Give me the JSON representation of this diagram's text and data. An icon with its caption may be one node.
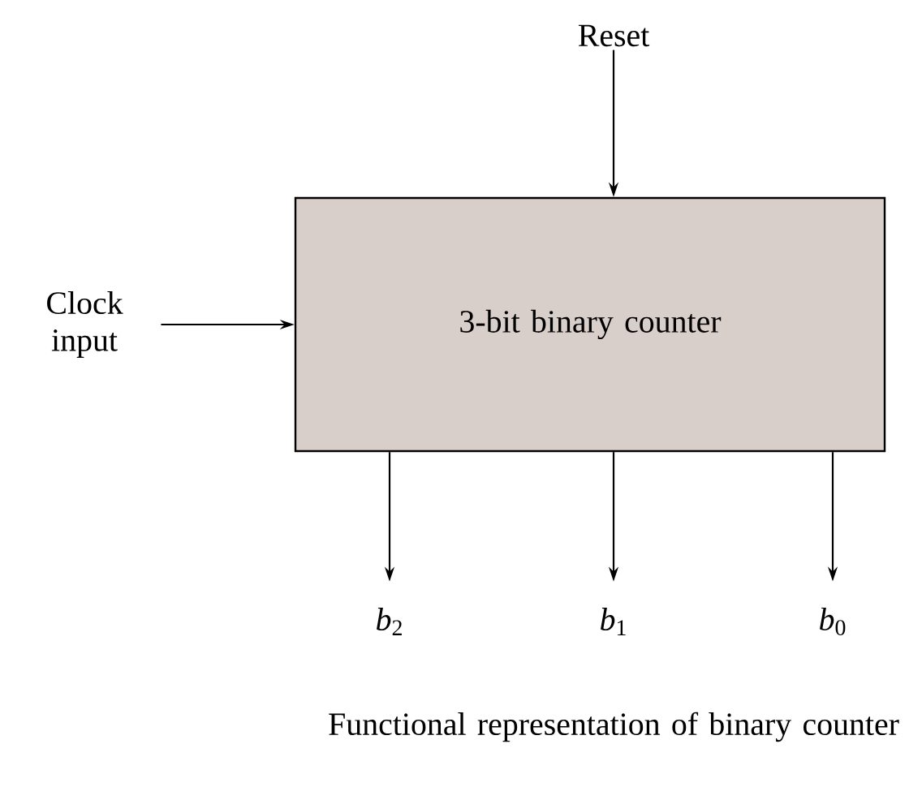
{
  "diagram": {
    "caption": "Functional representation of binary counter",
    "nodes": [
      {
        "text": [
          "3-bit binary counter"
        ]
      },
      {
        "text": [
          "Clock input"
        ]
      },
      {
        "text": [
          "Reset"
        ]
      },
      {
        "text": [
          "*b*$_{2}$"
        ]
      },
      {
        "text": [
          "*b*$_{1}$"
        ]
      },
      {
        "text": [
          "*b*$_{0}$"
        ]
      }
    ],
    "edges": [
      {
        "from": 1,
        "to": 0,
        "arrow": "to"
      },
      {
        "from": 2,
        "to": 0,
        "arrow": "to"
      },
      {
        "from": 0,
        "to": 3,
        "arrow": "to"
      },
      {
        "from": 0,
        "to": 4,
        "arrow": "to"
      },
      {
        "from": 0,
        "to": 5,
        "arrow": "to"
      }
    ]
  }
}
